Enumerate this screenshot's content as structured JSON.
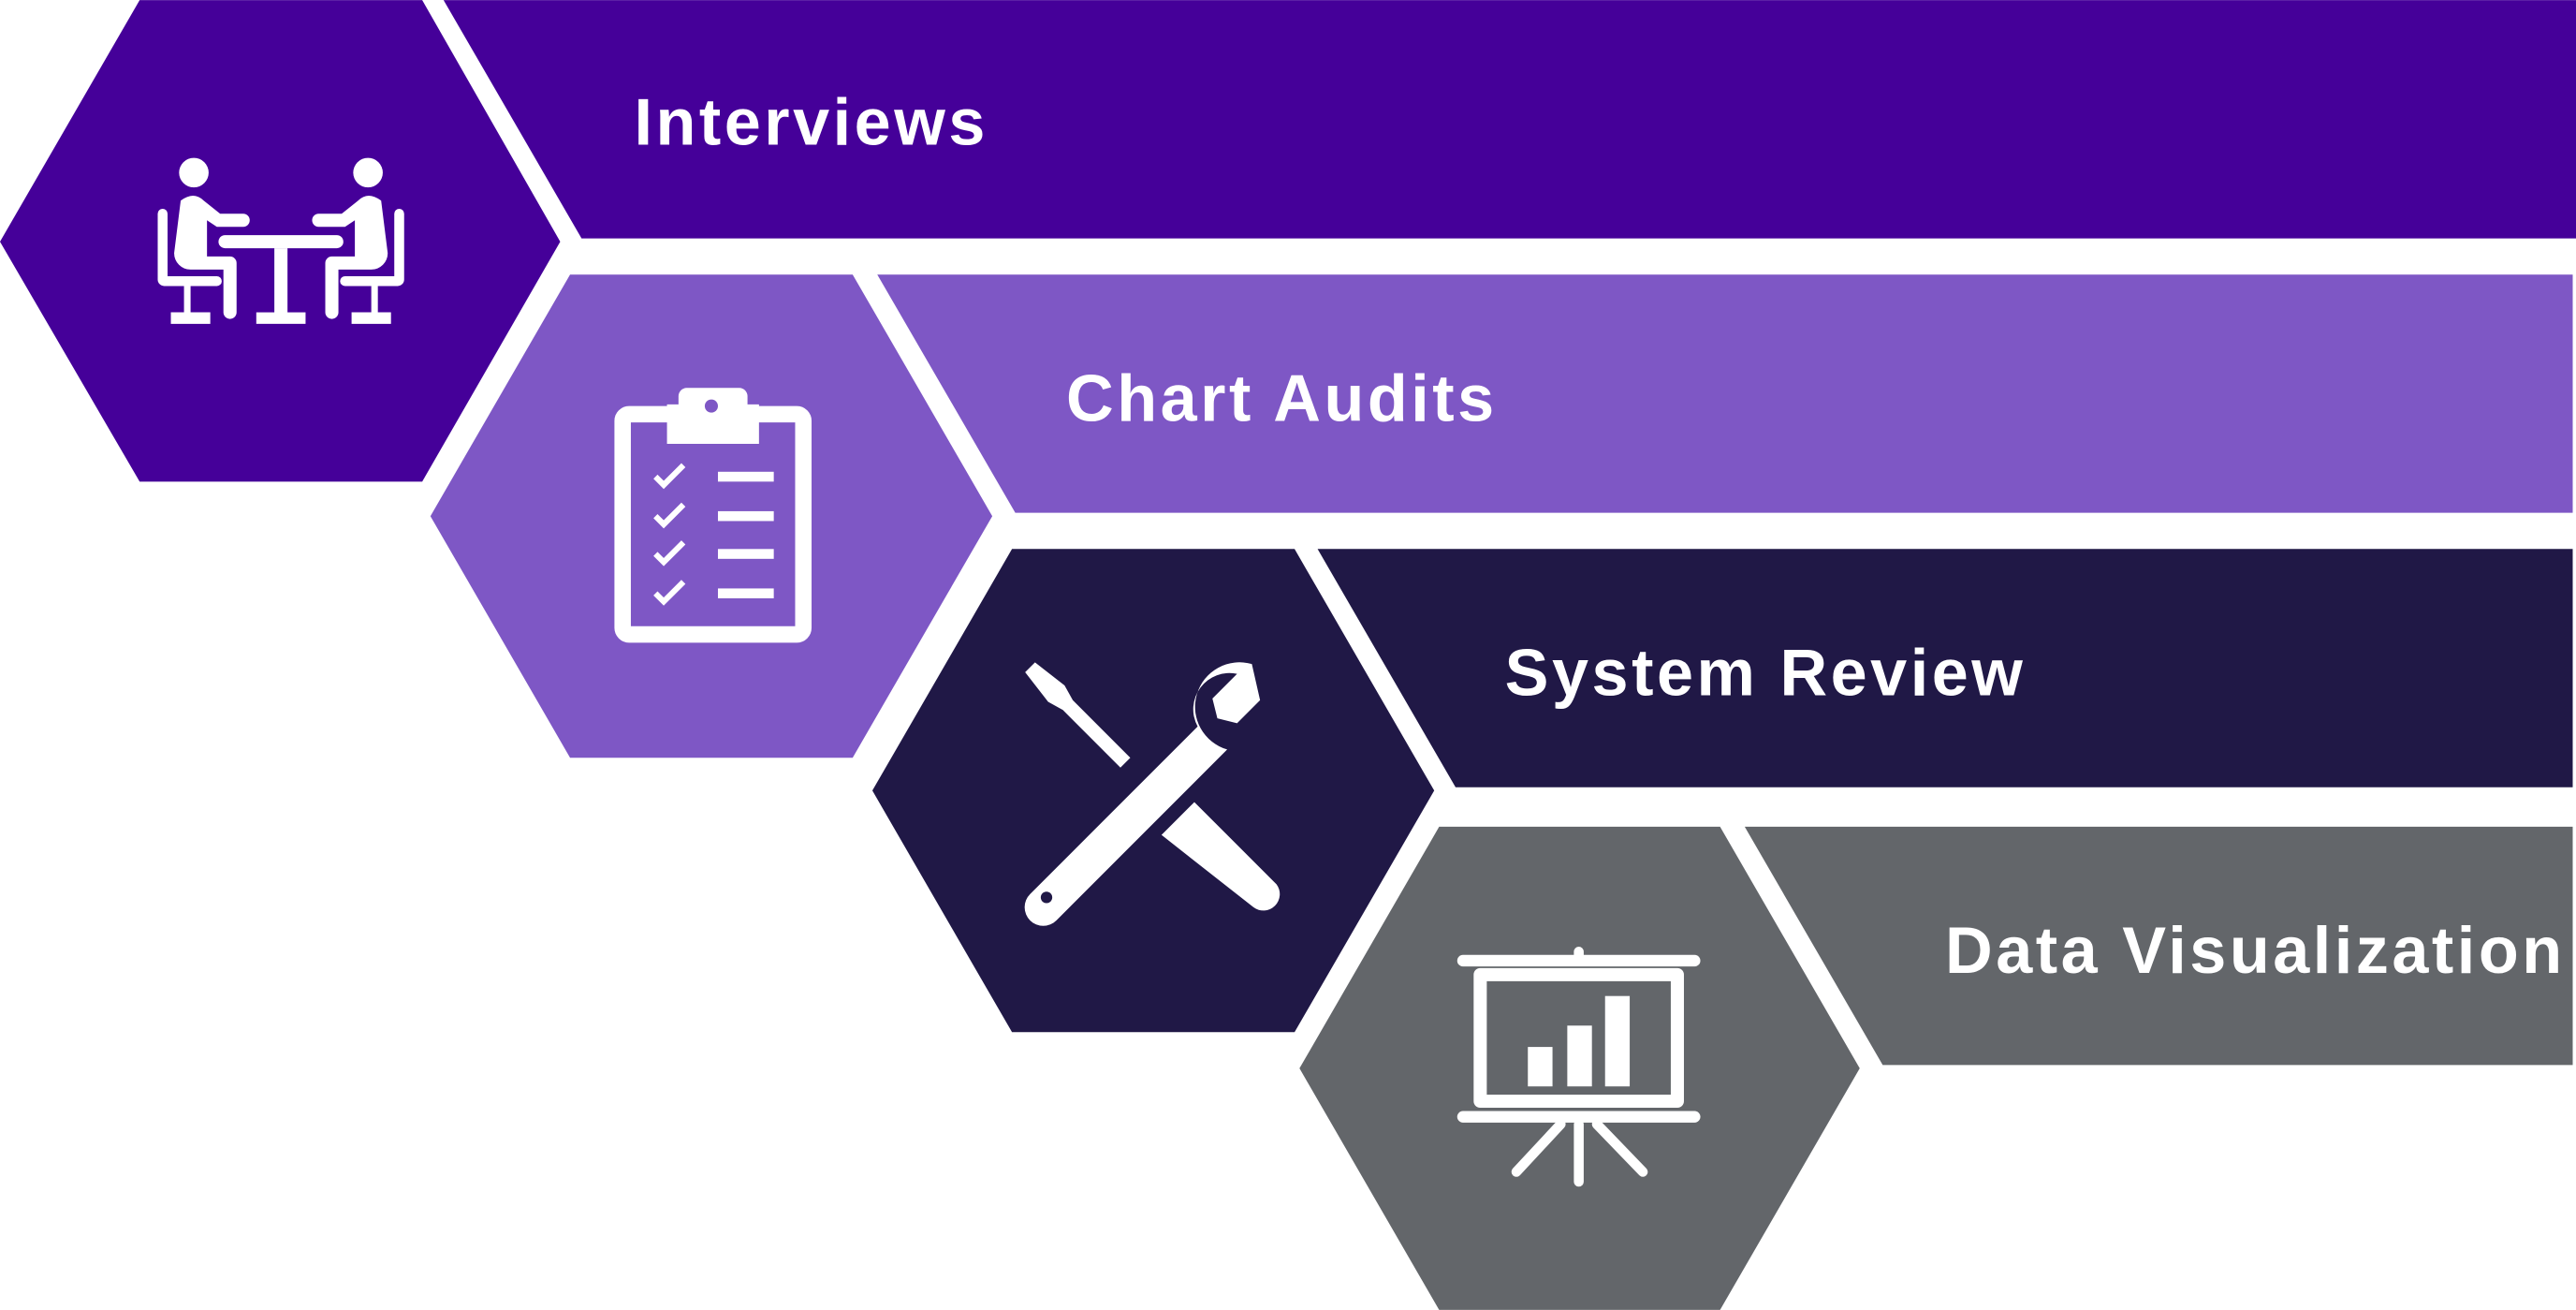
{
  "colors": {
    "step1": "#450099",
    "step2": "#7e57c5",
    "step3": "#201846",
    "step4": "#63666a",
    "text": "#ffffff"
  },
  "steps": [
    {
      "label": "Interviews",
      "icon": "interview-icon"
    },
    {
      "label": "Chart Audits",
      "icon": "clipboard-checklist-icon"
    },
    {
      "label": "System Review",
      "icon": "tools-icon"
    },
    {
      "label": "Data Visualization",
      "icon": "presentation-chart-icon"
    }
  ]
}
